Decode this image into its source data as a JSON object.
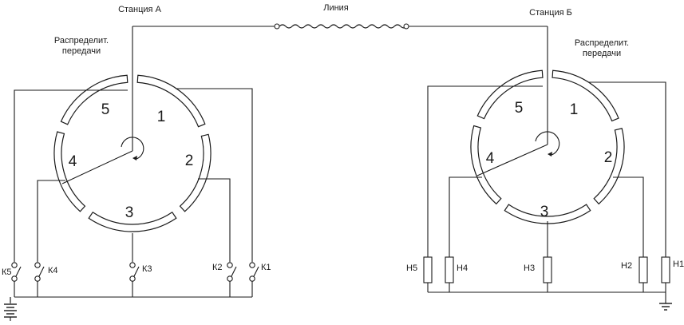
{
  "line_label": "Линия",
  "station_a": {
    "title": "Станция А",
    "distributor_label": [
      "Распределит.",
      "передачи"
    ],
    "segments": [
      "1",
      "2",
      "3",
      "4",
      "5"
    ],
    "keys": [
      "К5",
      "К4",
      "К3",
      "К2",
      "К1"
    ]
  },
  "station_b": {
    "title": "Станция Б",
    "distributor_label": [
      "Распределит.",
      "передачи"
    ],
    "segments": [
      "1",
      "2",
      "3",
      "4",
      "5"
    ],
    "receivers": [
      "Н5",
      "Н4",
      "Н3",
      "Н2",
      "Н1"
    ]
  }
}
